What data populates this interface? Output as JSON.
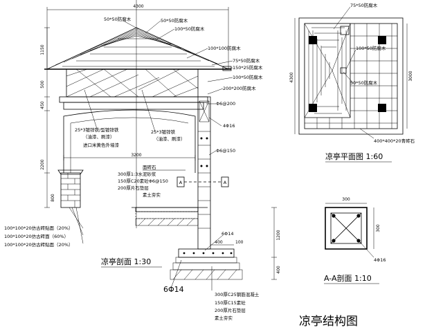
{
  "drawing_title": "凉亭结构图",
  "elevation": {
    "title": "凉亭剖面  1:30",
    "labels": {
      "roof_top_50x50": "50*50防腐木",
      "roof_50x50": "50*50防腐木",
      "roof_100x50": "100*50防腐木",
      "beam_100x100": "100*100防腐木",
      "purlin_75x50": "75*50防腐木",
      "purlin_150x25": "150*25防腐木",
      "eave_100x50": "100*50防腐木",
      "beam_200x200": "200*200防腐木",
      "rebar_top": "Φ6@200",
      "rebar_4d16": "4Φ16",
      "rebar_mid": "Φ6@150",
      "steel_a": "25*3镀锌铁/型镀锌铁",
      "steel_a_note": "（油漆、刷漆）",
      "steel_b": "25*3镀锌铁",
      "steel_b_note": "（油漆、刷漆）",
      "paint_note": "进口米黄色外墙漆",
      "floor_1": "面砖石",
      "floor_2": "300厚1:3水泥砂浆",
      "floor_3": "150厚C20素砼Φ6@150",
      "floor_4": "200厚片石垫层",
      "floor_5": "素土夯实",
      "section_mark_left": "A",
      "section_mark_right": "A",
      "leg_1": "100*100*20仿古砖贴面（20%）",
      "leg_2": "100*100*20仿古砖面（60%）",
      "leg_3": "100*100*20仿古砖贴面（20%）",
      "bar_6d14": "6Φ14",
      "bar_6d14_big": "6Φ14",
      "fdn_1": "300厚C25钢筋混凝土",
      "fdn_2": "150厚C15素砼",
      "fdn_3": "200厚片石垫层",
      "fdn_4": "素土夯实"
    },
    "dims": {
      "top": "4300",
      "span": "3200",
      "h1150": "1150",
      "h500": "500",
      "h450": "450",
      "h2200": "2200",
      "h800": "800",
      "h1200": "1200",
      "h400a": "400",
      "w400": "400",
      "w100": "100"
    }
  },
  "plan": {
    "title": "凉亭平面图  1:60",
    "labels": {
      "top": "75*50防腐木",
      "mid": "100*50防腐木",
      "low": "50*50防腐木",
      "paving": "400*400*20青砖石"
    },
    "dims": {
      "left": "4300",
      "right": "3000"
    }
  },
  "section": {
    "title": "A-A剖面  1:10",
    "labels": {
      "rebar": "4Φ16"
    },
    "dims": {
      "top": "300",
      "right": "300"
    }
  }
}
